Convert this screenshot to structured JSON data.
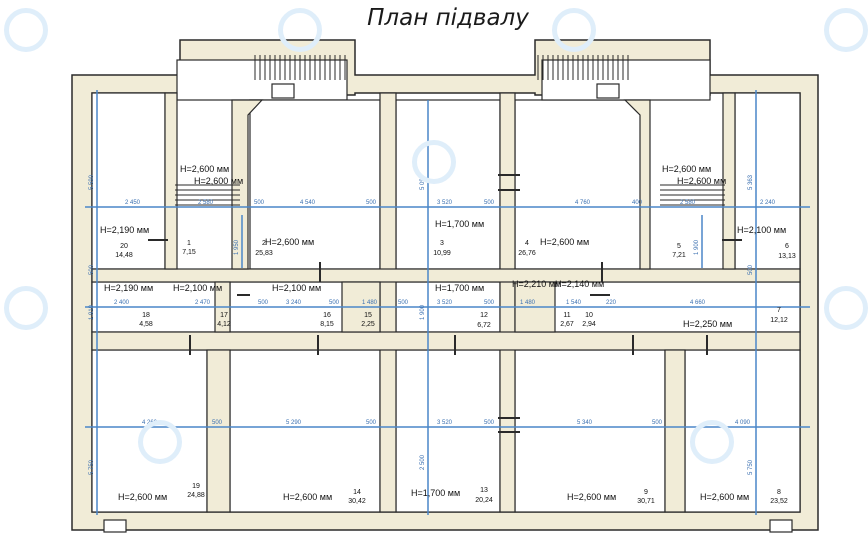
{
  "title": "План підвалу",
  "colors": {
    "wall": "#f1ecd7",
    "wall_stroke": "#2a2a2a",
    "dimension": "#4a86c8",
    "watermark": "#dfeefa"
  },
  "watermark_icon": "refresh-circle-icon",
  "rooms": [
    {
      "num": "1",
      "area": "7,15"
    },
    {
      "num": "2",
      "area": "25,83"
    },
    {
      "num": "3",
      "area": "10,99"
    },
    {
      "num": "4",
      "area": "26,76"
    },
    {
      "num": "5",
      "area": "7,21"
    },
    {
      "num": "6",
      "area": "13,13"
    },
    {
      "num": "7",
      "area": "12,12"
    },
    {
      "num": "8",
      "area": "23,52"
    },
    {
      "num": "9",
      "area": "30,71"
    },
    {
      "num": "10",
      "area": "2,94"
    },
    {
      "num": "11",
      "area": "2,67"
    },
    {
      "num": "12",
      "area": "6,72"
    },
    {
      "num": "13",
      "area": "20,24"
    },
    {
      "num": "14",
      "area": "30,42"
    },
    {
      "num": "15",
      "area": "2,25"
    },
    {
      "num": "16",
      "area": "8,15"
    },
    {
      "num": "17",
      "area": "4,12"
    },
    {
      "num": "18",
      "area": "4,58"
    },
    {
      "num": "19",
      "area": "24,88"
    },
    {
      "num": "20",
      "area": "14,48"
    }
  ],
  "heights": [
    "H=2,600 мм",
    "H=2,600 мм",
    "H=2,600 мм",
    "H=2,600 мм",
    "H=2,190 мм",
    "H=2,600 мм",
    "H=1,700 мм",
    "H=2,600 мм",
    "H=2,100 мм",
    "H=2,190 мм",
    "H=2,100 мм",
    "H=2,100 мм",
    "H=1,700 мм",
    "H=2,210 мм",
    "H=2,140 мм",
    "H=2,250 мм",
    "H=2,600 мм",
    "H=2,600 мм",
    "H=1,700 мм",
    "H=2,600 мм",
    "H=2,600 мм"
  ],
  "dims": [
    "2 450",
    "2 580",
    "500",
    "4 540",
    "500",
    "3 520",
    "500",
    "4 760",
    "400",
    "2 580",
    "2 240",
    "2 400",
    "2 470",
    "500",
    "3 240",
    "500",
    "1 480",
    "500",
    "3 520",
    "500",
    "1 480",
    "1 540",
    "220",
    "4 660",
    "4 260",
    "500",
    "5 290",
    "500",
    "3 520",
    "500",
    "5 340",
    "500",
    "4 090",
    "5 590",
    "5 090",
    "5 363",
    "1 910",
    "1 900",
    "1 950",
    "1 900",
    "500",
    "500",
    "5 750",
    "5 750",
    "2 500"
  ]
}
